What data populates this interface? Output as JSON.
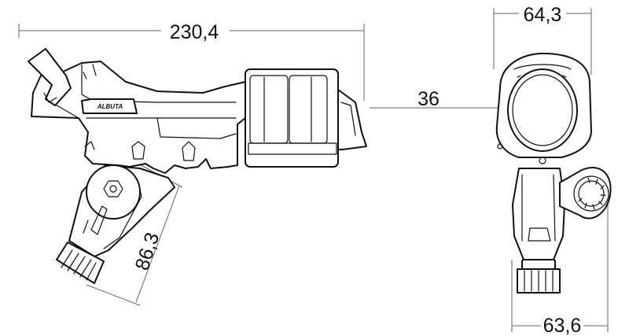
{
  "dimensions": {
    "length": "230,4",
    "width_top": "64,3",
    "inner_diameter": "36",
    "width_bottom": "63,6",
    "base_length": "86,3"
  },
  "brand": "ALBUTA",
  "colors": {
    "line": "#111111",
    "dimension": "#666666",
    "background": "#ffffff"
  }
}
